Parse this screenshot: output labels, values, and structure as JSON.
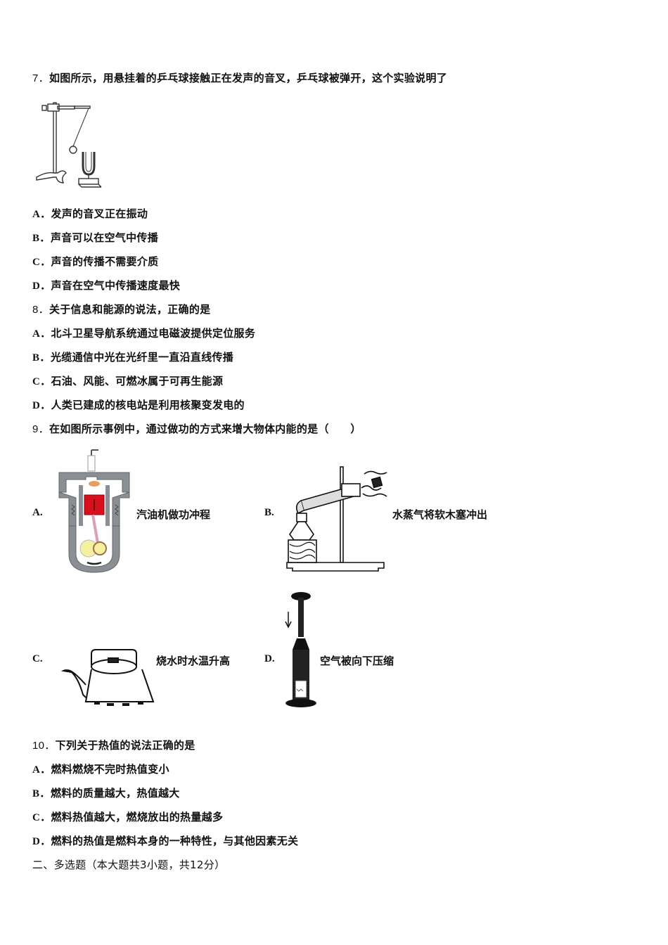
{
  "q7": {
    "number": "7．",
    "stem": "如图所示，用悬挂着的乒乓球接触正在发声的音叉，乒乓球被弹开，这个实验说明了",
    "figure": "tuning-fork-pingpong-diagram",
    "options": [
      {
        "label": "A．",
        "text": "发声的音叉正在振动"
      },
      {
        "label": "B．",
        "text": "声音可以在空气中传播"
      },
      {
        "label": "C．",
        "text": "声音的传播不需要介质"
      },
      {
        "label": "D．",
        "text": "声音在空气中传播速度最快"
      }
    ]
  },
  "q8": {
    "number": "8．",
    "stem": "关于信息和能源的说法，正确的是",
    "options": [
      {
        "label": "A．",
        "text": "北斗卫星导航系统通过电磁波提供定位服务"
      },
      {
        "label": "B．",
        "text": "光缆通信中光在光纤里一直沿直线传播"
      },
      {
        "label": "C．",
        "text": "石油、风能、可燃冰属于可再生能源"
      },
      {
        "label": "D．",
        "text": "人类已建成的核电站是利用核聚变发电的"
      }
    ]
  },
  "q9": {
    "number": "9．",
    "stem": "在如图所示事例中，通过做功的方式来增大物体内能的是（　　）",
    "options": [
      {
        "label": "A.",
        "text": "汽油机做功冲程",
        "figure": "engine-icon"
      },
      {
        "label": "B.",
        "text": "水蒸气将软木塞冲出",
        "figure": "steam-tube-icon"
      },
      {
        "label": "C.",
        "text": "烧水时水温升高",
        "figure": "kettle-icon"
      },
      {
        "label": "D.",
        "text": "空气被向下压缩",
        "figure": "air-pump-icon"
      }
    ]
  },
  "q10": {
    "number": "10．",
    "stem": "下列关于热值的说法正确的是",
    "options": [
      {
        "label": "A．",
        "text": "燃料燃烧不完时热值变小"
      },
      {
        "label": "B．",
        "text": "燃料的质量越大，热值越大"
      },
      {
        "label": "C．",
        "text": "燃料热值越大，燃烧放出的热量越多"
      },
      {
        "label": "D．",
        "text": "燃料的热值是燃料本身的一种特性，与其他因素无关"
      }
    ]
  },
  "section2": {
    "title": "二、多选题（本大题共3小题，共12分）"
  },
  "colors": {
    "text": "#111111",
    "piston": "#d8101c",
    "engine_gray": "#8a8f96"
  }
}
